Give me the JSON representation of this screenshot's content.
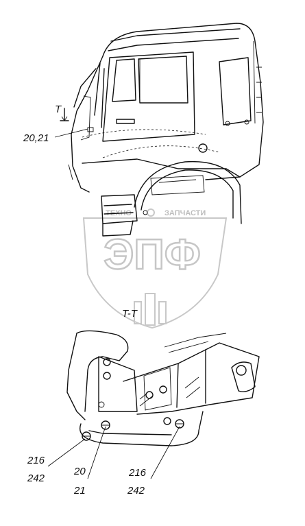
{
  "watermark": {
    "letters": "ЭПФ",
    "left_text": "ТЕХНО",
    "right_text": "ЗАПЧАСТИ"
  },
  "section_marker": {
    "letter": "T"
  },
  "section_title": "T-T",
  "callouts": {
    "cab_part": "20,21",
    "bolt_left_a": "216",
    "bolt_left_b": "242",
    "bracket_a": "20",
    "bracket_b": "21",
    "bolt_right_a": "216",
    "bolt_right_b": "242"
  }
}
